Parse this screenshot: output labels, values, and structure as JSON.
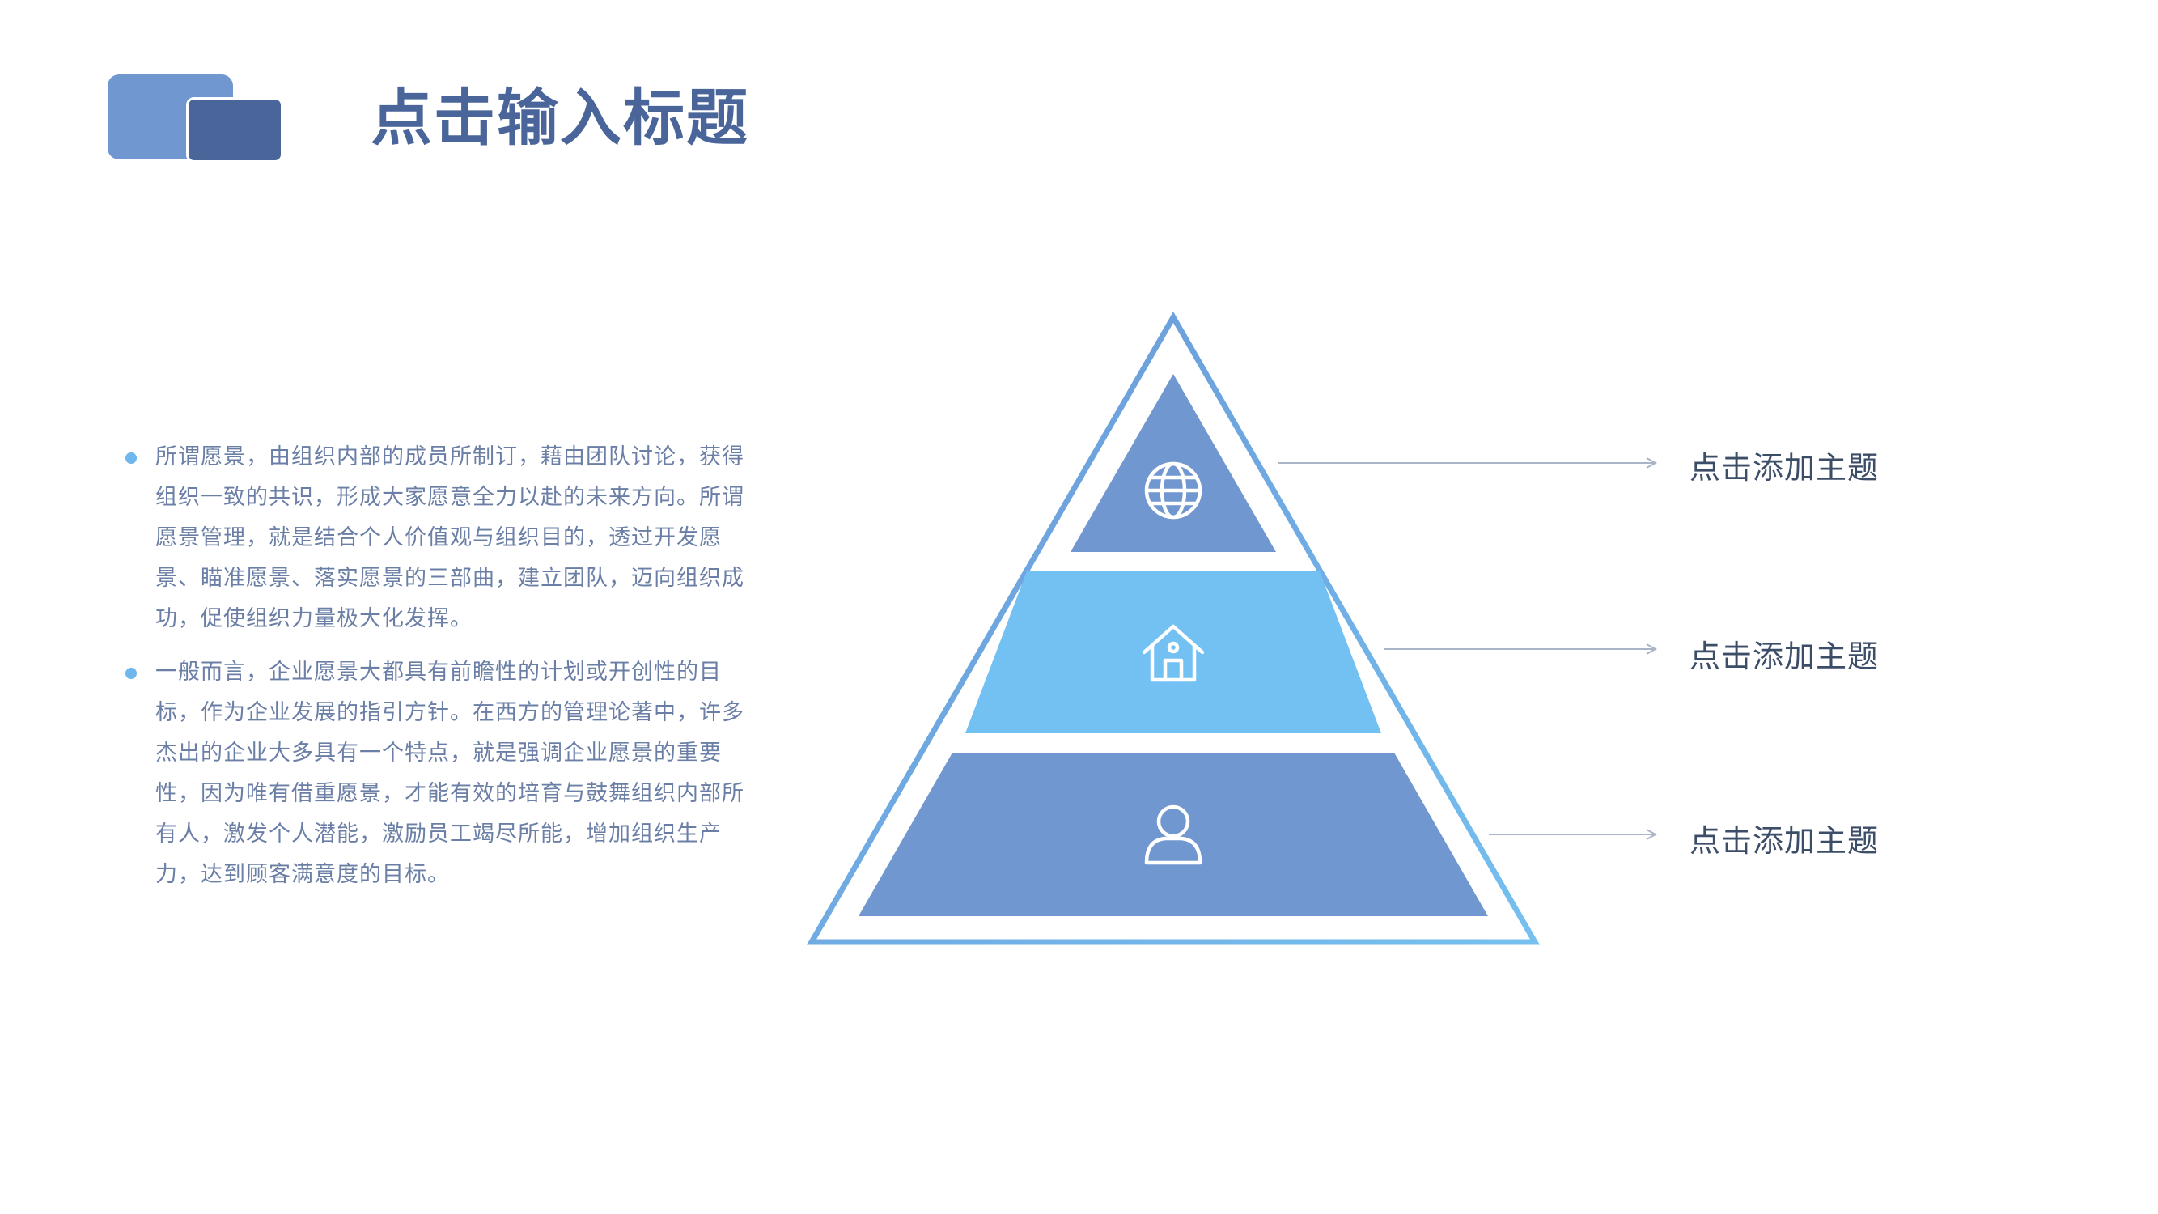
{
  "header": {
    "title": "点击输入标题"
  },
  "body": {
    "paragraphs": [
      "所谓愿景，由组织内部的成员所制订，藉由团队讨论，获得组织一致的共识，形成大家愿意全力以赴的未来方向。所谓愿景管理，就是结合个人价值观与组织目的，透过开发愿景、瞄准愿景、落实愿景的三部曲，建立团队，迈向组织成功，促使组织力量极大化发挥。",
      "一般而言，企业愿景大都具有前瞻性的计划或开创性的目标，作为企业发展的指引方针。在西方的管理论著中，许多杰出的企业大多具有一个特点，就是强调企业愿景的重要性，因为唯有借重愿景，才能有效的培育与鼓舞组织内部所有人，激发个人潜能，激励员工竭尽所能，增加组织生产力，达到顾客满意度的目标。"
    ]
  },
  "pyramid": {
    "levels": [
      {
        "label": "点击添加主题",
        "icon": "globe-icon",
        "color": "#7097cf"
      },
      {
        "label": "点击添加主题",
        "icon": "house-icon",
        "color": "#73c1f3"
      },
      {
        "label": "点击添加主题",
        "icon": "user-icon",
        "color": "#7097cf"
      }
    ],
    "outline_color": "#6fa6e0",
    "connector_color": "#a9b4c8"
  },
  "colors": {
    "accent_dark": "#4a6599",
    "accent_mid": "#7097cf",
    "accent_light": "#73c1f3",
    "body_text": "#6b7fa6",
    "label_text": "#3c4d68"
  }
}
